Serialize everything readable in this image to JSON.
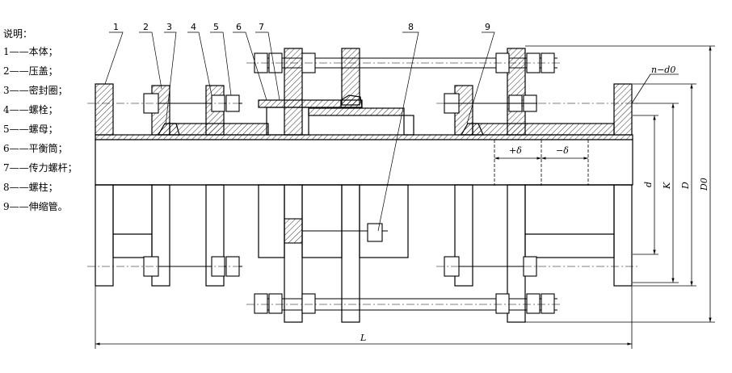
{
  "legend": {
    "title": "说明：",
    "items": [
      {
        "num": "1",
        "text": "本体；"
      },
      {
        "num": "2",
        "text": "压盖；"
      },
      {
        "num": "3",
        "text": "密封圈；"
      },
      {
        "num": "4",
        "text": "螺栓；"
      },
      {
        "num": "5",
        "text": "螺母；"
      },
      {
        "num": "6",
        "text": "平衡筒；"
      },
      {
        "num": "7",
        "text": "传力螺杆；"
      },
      {
        "num": "8",
        "text": "螺柱；"
      },
      {
        "num": "9",
        "text": "伸缩管。"
      }
    ]
  },
  "callouts": [
    "1",
    "2",
    "3",
    "4",
    "5",
    "6",
    "7",
    "8",
    "9"
  ],
  "dimensions": {
    "flange_holes": "n−d0",
    "plus_delta": "+δ",
    "minus_delta": "−δ",
    "d": "d",
    "K": "K",
    "D": "D",
    "D0": "D0",
    "L": "L"
  }
}
